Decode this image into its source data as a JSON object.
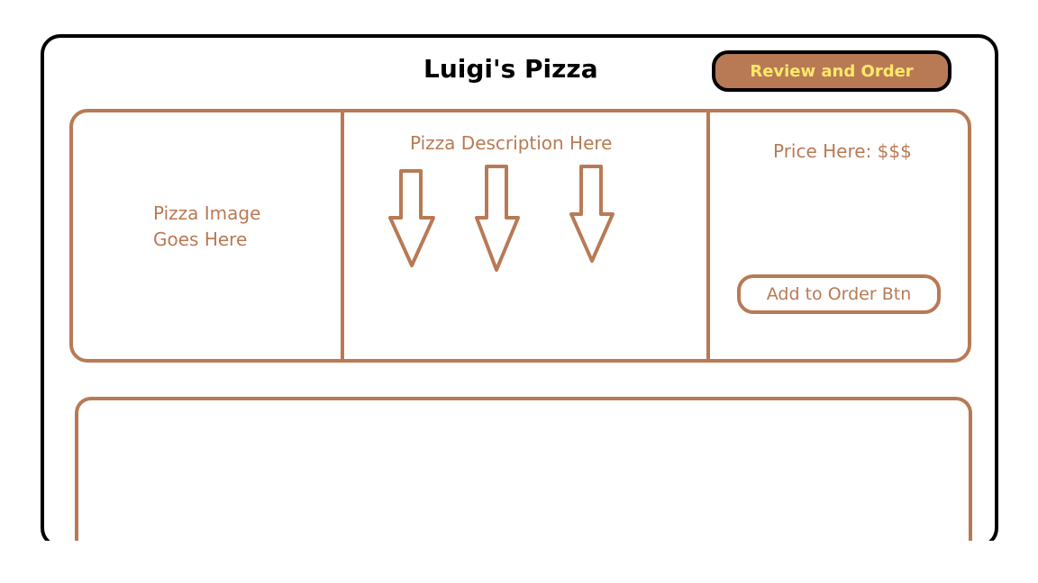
{
  "header": {
    "title": "Luigi's Pizza",
    "review_order_label": "Review and Order"
  },
  "menu_item": {
    "image_placeholder": "Pizza Image\nGoes Here",
    "description_placeholder": "Pizza Description Here",
    "price_placeholder": "Price Here: $$$",
    "add_to_order_label": "Add to Order Btn"
  },
  "colors": {
    "accent": "#b87a55",
    "button_text": "#ffe86b",
    "frame": "#000000"
  },
  "icons": [
    "arrow-down-icon",
    "arrow-down-icon",
    "arrow-down-icon"
  ]
}
